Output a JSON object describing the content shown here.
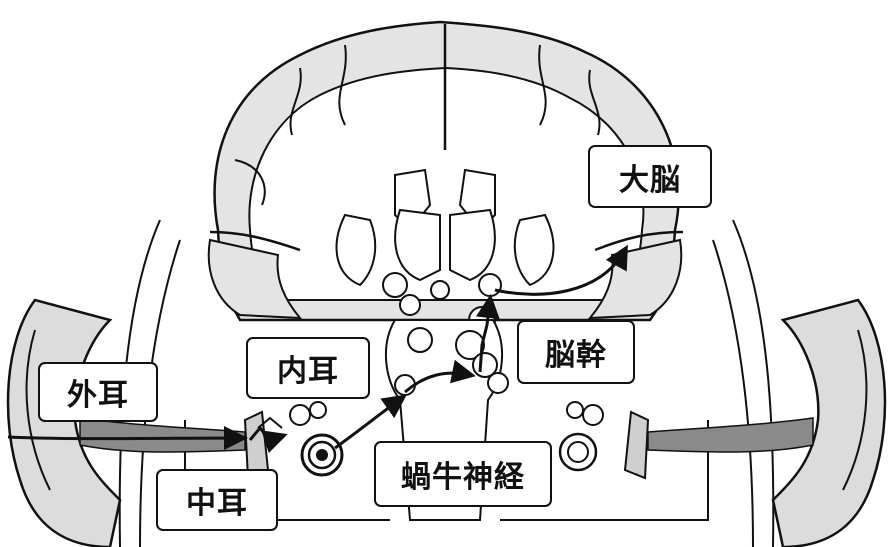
{
  "diagram": {
    "labels": {
      "outer_ear": "外耳",
      "middle_ear": "中耳",
      "inner_ear": "内耳",
      "cochlear_nerve": "蝸牛神経",
      "brainstem": "脳幹",
      "cerebrum": "大脳"
    },
    "colors": {
      "line": "#111111",
      "tissue_gray": "#c8c8c8",
      "canal_gray": "#8a8a8a",
      "background": "#ffffff"
    }
  }
}
